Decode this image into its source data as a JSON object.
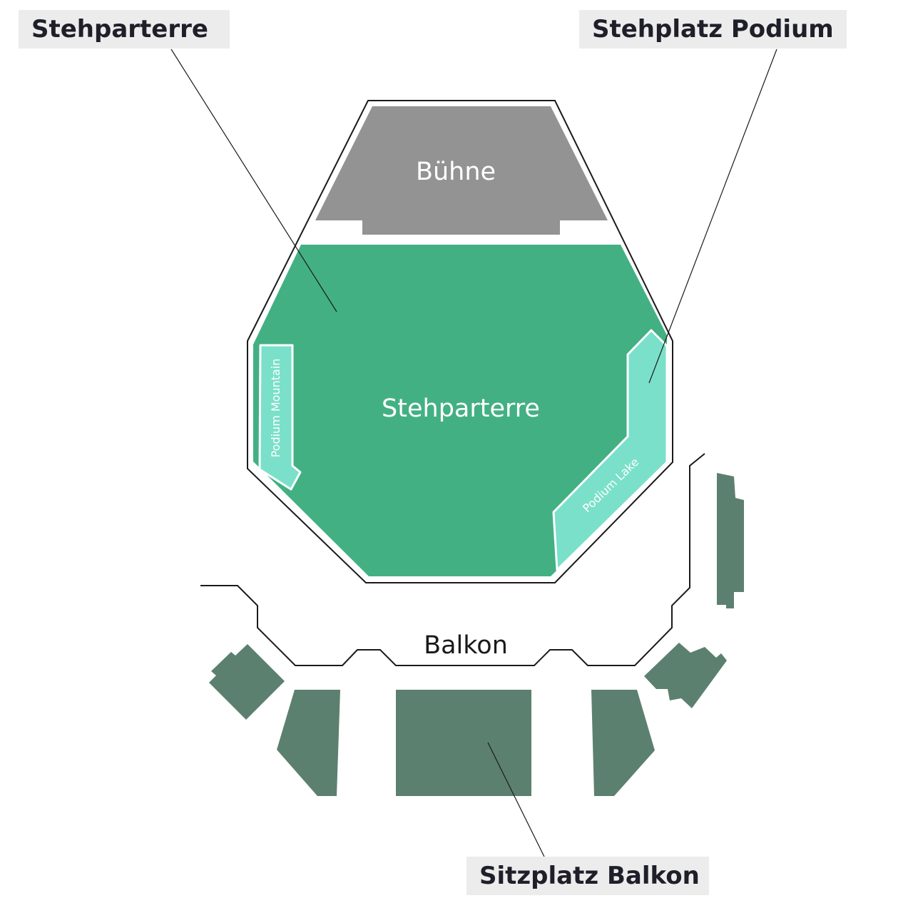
{
  "callouts": {
    "stehparterre": "Stehparterre",
    "stehplatz_podium": "Stehplatz Podium",
    "sitzplatz_balkon": "Sitzplatz Balkon"
  },
  "areas": {
    "stage": "Bühne",
    "standing_floor": "Stehparterre",
    "podium_mountain": "Podium Mountain",
    "podium_lake": "Podium Lake",
    "balcony": "Balkon"
  },
  "colors": {
    "stage": "#939393",
    "standing_floor": "#43b083",
    "podium": "#7ae0c9",
    "balcony_seating": "#5c806f",
    "callout_bg": "#ececec",
    "outline": "#1a1a1a"
  }
}
